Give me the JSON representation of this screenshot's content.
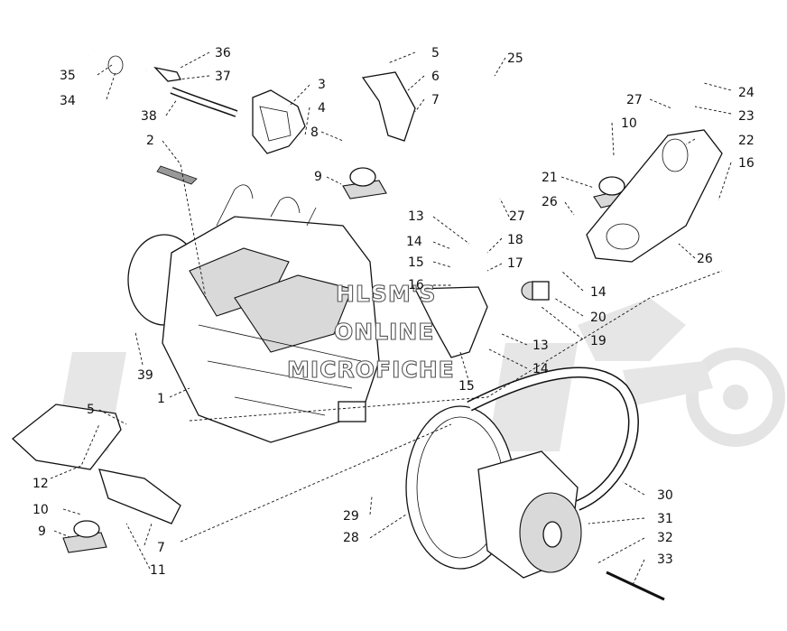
{
  "watermark": {
    "line1": "HLSM'S",
    "line2": "ONLINE",
    "line3": "MICROFICHE"
  },
  "callouts": [
    "1",
    "2",
    "3",
    "4",
    "5",
    "6",
    "7",
    "8",
    "9",
    "10",
    "11",
    "12",
    "13",
    "14",
    "15",
    "16",
    "17",
    "18",
    "19",
    "20",
    "21",
    "22",
    "23",
    "24",
    "25",
    "26",
    "27",
    "28",
    "29",
    "30",
    "31",
    "32",
    "33",
    "34",
    "35",
    "36",
    "37",
    "38",
    "39"
  ]
}
